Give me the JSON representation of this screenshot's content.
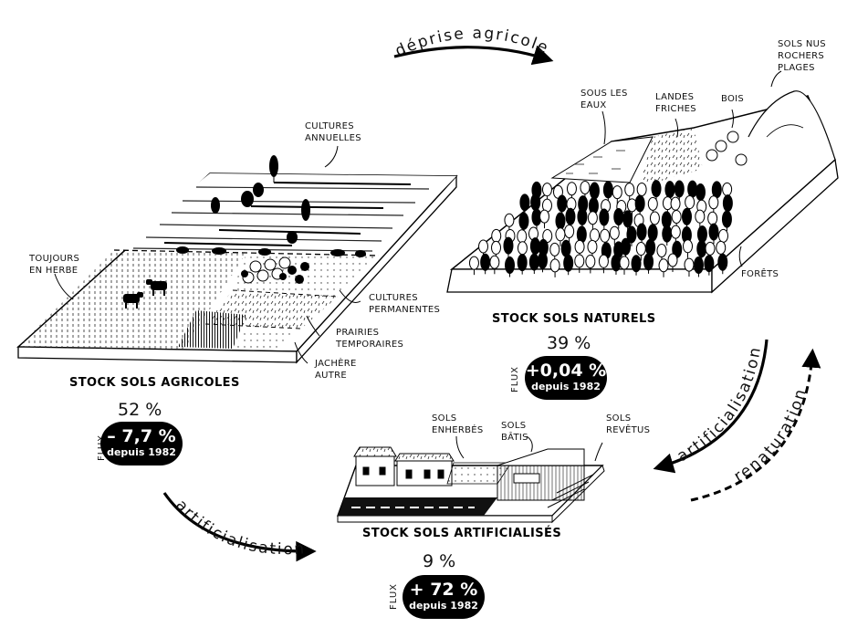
{
  "arrows": {
    "deprise": "déprise agricole",
    "artif_left": "artificialisation",
    "artif_right": "artificialisation",
    "renaturation": "renaturation"
  },
  "agricole": {
    "labels": {
      "cultures_annuelles": [
        "CULTURES",
        "ANNUELLES"
      ],
      "toujours_en_herbe": [
        "TOUJOURS",
        "EN HERBE"
      ],
      "cultures_permanentes": [
        "CULTURES",
        "PERMANENTES"
      ],
      "prairies_temporaires": [
        "PRAIRIES",
        "TEMPORAIRES"
      ],
      "jachere_autre": [
        "JACHÈRE",
        "AUTRE"
      ]
    },
    "title": "STOCK SOLS AGRICOLES",
    "percent": "52 %",
    "flux_label": "FLUX",
    "flux_value": "– 7,7 %",
    "flux_since": "depuis 1982"
  },
  "naturels": {
    "labels": {
      "sous_les_eaux": [
        "SOUS LES",
        "EAUX"
      ],
      "landes_friches": [
        "LANDES",
        "FRICHES"
      ],
      "bois": [
        "BOIS"
      ],
      "sols_nus": [
        "SOLS NUS",
        "ROCHERS",
        "PLAGES"
      ],
      "forets": [
        "FORÊTS"
      ]
    },
    "title": "STOCK SOLS NATURELS",
    "percent": "39 %",
    "flux_label": "FLUX",
    "flux_value": "+0,04 %",
    "flux_since": "depuis 1982"
  },
  "artificialises": {
    "labels": {
      "sols_enherbes": [
        "SOLS",
        "ENHERBÉS"
      ],
      "sols_batis": [
        "SOLS",
        "BÂTIS"
      ],
      "sols_revetus": [
        "SOLS",
        "REVÊTUS"
      ]
    },
    "title": "STOCK SOLS ARTIFICIALISÉS",
    "percent": "9 %",
    "flux_label": "FLUX",
    "flux_value": "+ 72 %",
    "flux_since": "depuis 1982"
  }
}
